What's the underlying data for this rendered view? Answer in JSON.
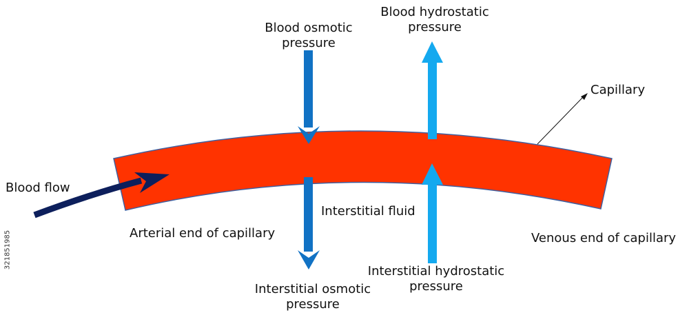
{
  "labels": {
    "blood_osmotic_1": "Blood osmotic",
    "blood_osmotic_2": "pressure",
    "blood_hydrostatic_1": "Blood hydrostatic",
    "blood_hydrostatic_2": "pressure",
    "capillary": "Capillary",
    "blood_flow": "Blood flow",
    "interstitial_fluid": "Interstitial fluid",
    "arterial_end": "Arterial end of capillary",
    "venous_end": "Venous end of capillary",
    "interstitial_hydrostatic_1": "Interstitial hydrostatic",
    "interstitial_hydrostatic_2": "pressure",
    "interstitial_osmotic_1": "Interstitial osmotic",
    "interstitial_osmotic_2": "pressure"
  },
  "stock_id": "321851985",
  "colors": {
    "capillary": "#ff3300",
    "capillary_outline": "#3f5f9f",
    "osmotic_arrow": "#1172c4",
    "hydrostatic_arrow": "#14a9ef",
    "blood_flow_arrow": "#0d1f5c",
    "pointer": "#111111"
  }
}
